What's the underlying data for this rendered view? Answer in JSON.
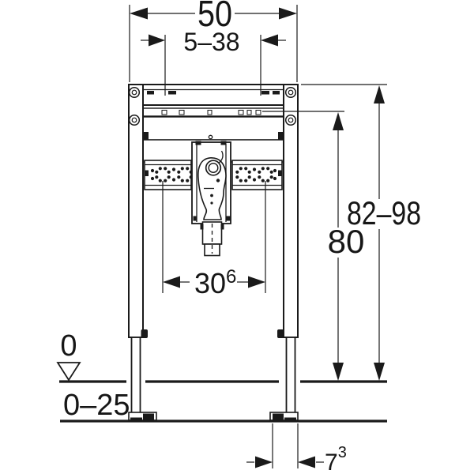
{
  "diagram": {
    "kind": "technical-installation-drawing",
    "view": "front",
    "background": "#ffffff",
    "line_color": "#1a1a1a"
  },
  "dimensions": {
    "frame_width": {
      "label": "50"
    },
    "fixing_bolt_range": {
      "label": "5–38"
    },
    "trap_plate_width": {
      "label": "30",
      "sup": "6"
    },
    "installation_height": {
      "label": "82–98"
    },
    "rail_height": {
      "label": "80"
    },
    "zero_level": {
      "label": "0"
    },
    "floor_buildup": {
      "label": "0–25"
    },
    "foot_depth": {
      "label": "7",
      "sup": "3"
    }
  }
}
